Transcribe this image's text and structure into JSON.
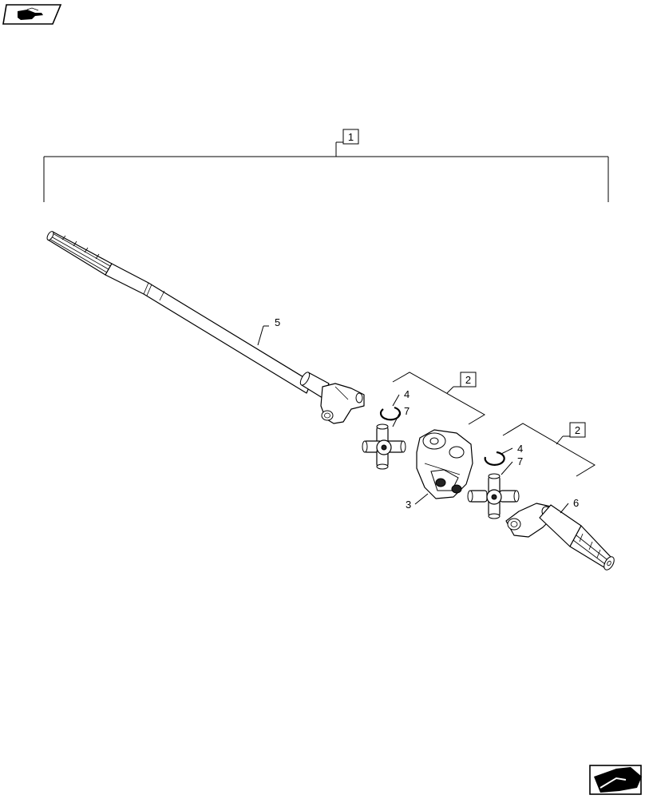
{
  "callouts": {
    "assembly": "1",
    "kit_a": "2",
    "kit_b": "2",
    "yoke_center": "3",
    "ring_upper": "4",
    "ring_lower": "4",
    "axle_shaft_long": "5",
    "stub_shaft": "6",
    "ujoint_upper": "7",
    "ujoint_lower": "7"
  },
  "icons": {
    "top_left": "hand-pointer-icon",
    "bottom_right": "arrow-box-icon"
  }
}
